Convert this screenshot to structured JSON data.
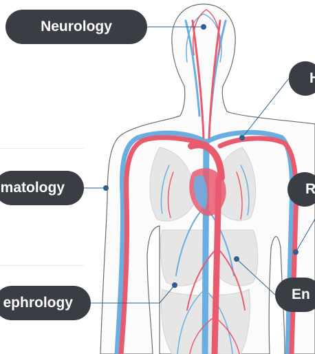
{
  "labels": {
    "neurology": "Neurology",
    "hematology_partial": "matology",
    "nephrology_partial": "ephrology",
    "top_right_partial": "H",
    "right_middle_partial": "R",
    "bottom_right_partial": "En"
  },
  "colors": {
    "pill_background": "#3a3d44",
    "pill_text": "#ffffff",
    "artery": "#e85a6e",
    "vein": "#6aaee0",
    "organ": "#e6e6e6",
    "body_outline": "#6b6b6b",
    "connector": "#2f5f8a"
  }
}
